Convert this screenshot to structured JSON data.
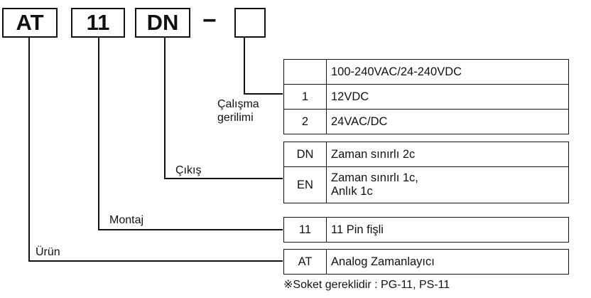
{
  "code_boxes": [
    "AT",
    "11",
    "DN",
    "",
    "−"
  ],
  "labels": {
    "voltage": [
      "Çalışma",
      "gerilimi"
    ],
    "output": "Çıkış",
    "mount": "Montaj",
    "product": "Ürün"
  },
  "voltage_table": [
    {
      "code": "",
      "desc": "100-240VAC/24-240VDC"
    },
    {
      "code": "1",
      "desc": "12VDC"
    },
    {
      "code": "2",
      "desc": "24VAC/DC"
    }
  ],
  "output_table": [
    {
      "code": "DN",
      "desc": [
        "Zaman sınırlı 2c"
      ]
    },
    {
      "code": "EN",
      "desc": [
        "Zaman sınırlı 1c,",
        "Anlık 1c"
      ]
    }
  ],
  "mount_table": [
    {
      "code": "11",
      "desc": "11 Pin fişli"
    }
  ],
  "product_table": [
    {
      "code": "AT",
      "desc": "Analog Zamanlayıcı"
    }
  ],
  "note": "※Soket gereklidir : PG-11, PS-11"
}
